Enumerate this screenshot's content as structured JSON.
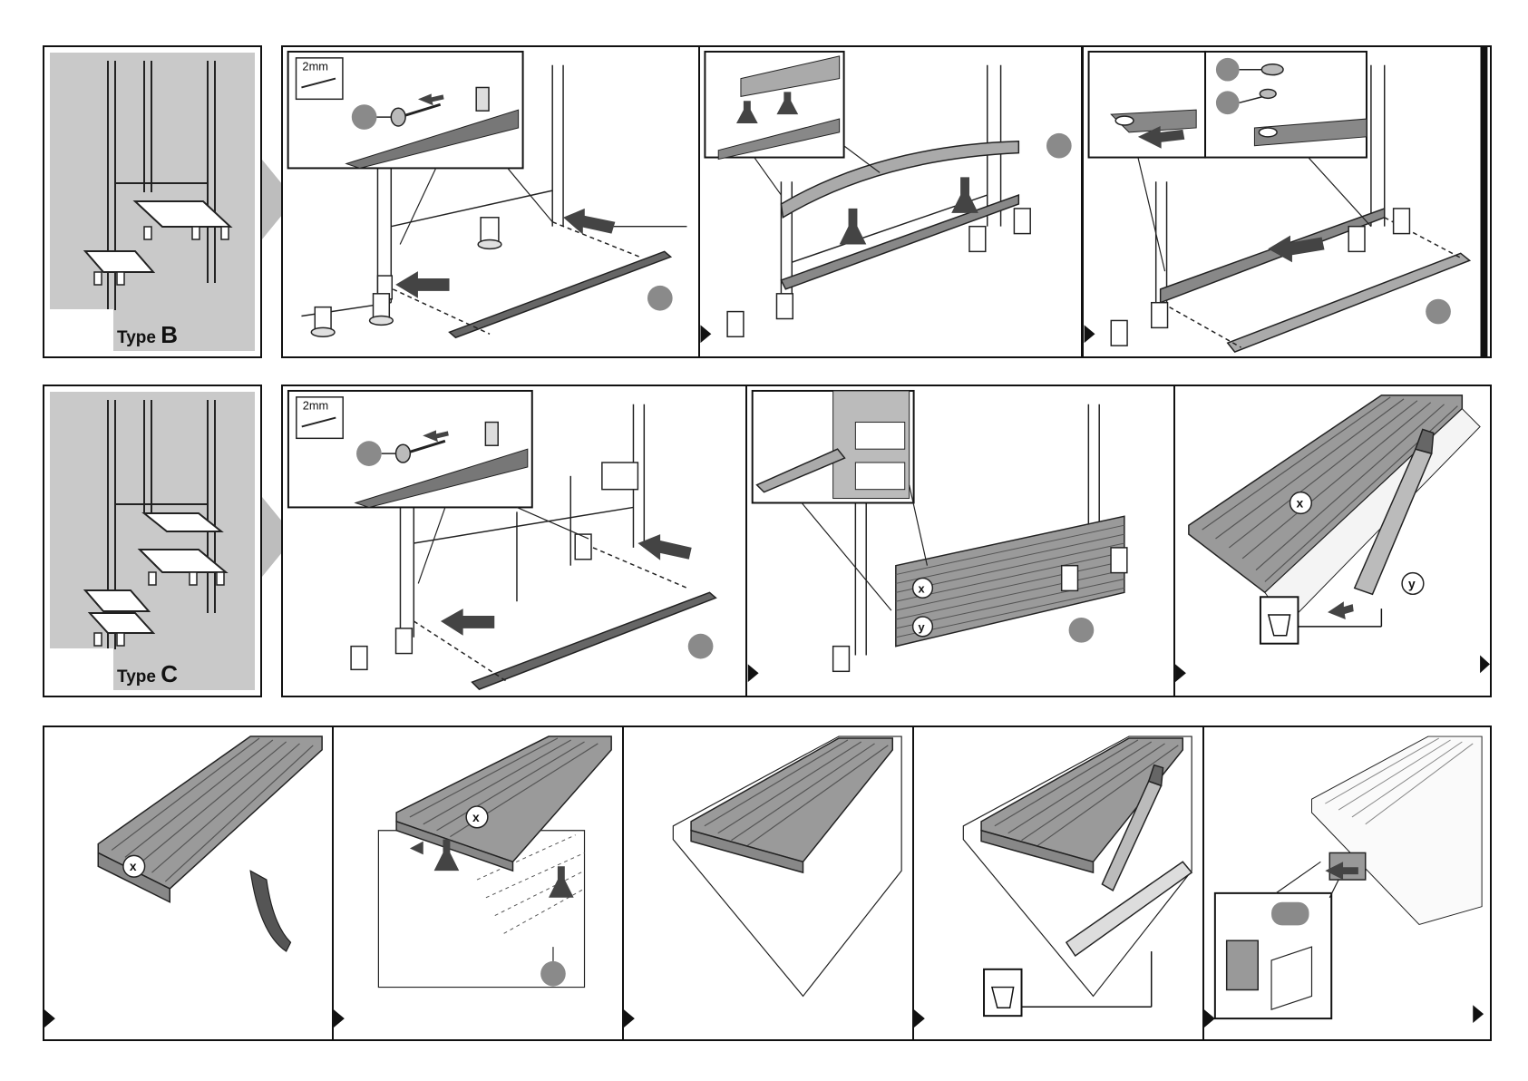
{
  "type_b": {
    "prefix": "Type ",
    "letter": "B"
  },
  "type_c": {
    "prefix": "Type ",
    "letter": "C"
  },
  "drill_size_b": "2mm",
  "drill_size_c": "2mm",
  "markers": {
    "x": "x",
    "y": "y"
  },
  "icons": {
    "screw": "screw-icon",
    "drill_bit": "drill-bit-icon",
    "trash": "trash-can-icon",
    "knife": "cutter-knife-icon",
    "ruler": "ruler-icon",
    "step_arrow": "step-arrow-icon"
  },
  "colors": {
    "panel_gray": "#c9c9c9",
    "callout_gray": "#8a8a8a",
    "line": "#111111",
    "arrow": "#555555"
  }
}
